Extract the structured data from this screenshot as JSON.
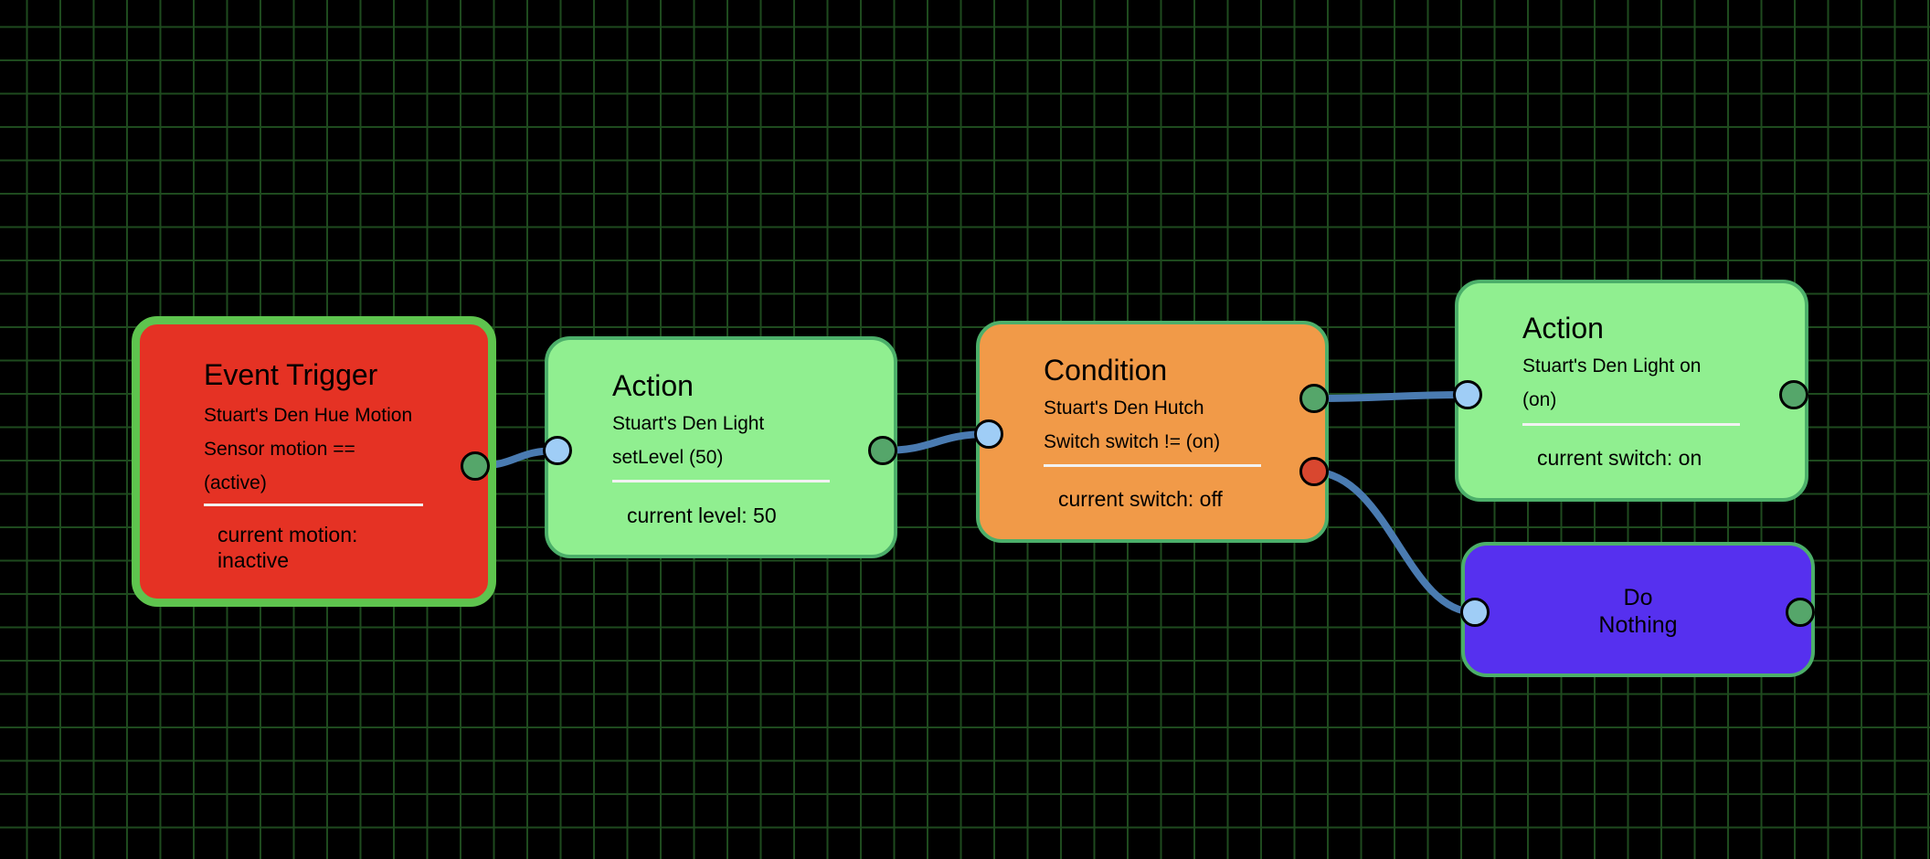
{
  "colors": {
    "trigger": "#e53224",
    "trigger_border": "#5ec44e",
    "action": "#90ef90",
    "condition": "#f19a48",
    "nothing": "#5630ef",
    "node_border": "#4caf6a",
    "wire": "#4a7bb1",
    "grid": "#1e4a1e"
  },
  "nodes": {
    "trigger": {
      "title": "Event Trigger",
      "desc_1": "Stuart's Den Hue Motion",
      "desc_2": "Sensor motion ==",
      "desc_3": "(active)",
      "current_1": "current motion:",
      "current_2": "inactive"
    },
    "action_level": {
      "title": "Action",
      "desc_1": "Stuart's Den Light",
      "desc_2": "setLevel (50)",
      "current": "current level: 50"
    },
    "condition": {
      "title": "Condition",
      "desc_1": "Stuart's Den Hutch",
      "desc_2": "Switch switch != (on)",
      "current": "current switch: off"
    },
    "action_on": {
      "title": "Action",
      "desc_1": "Stuart's Den Light on",
      "desc_2": "(on)",
      "current": "current switch: on"
    },
    "do_nothing": {
      "label_1": "Do",
      "label_2": "Nothing"
    }
  },
  "icons": {
    "output_port": "output-port-icon",
    "input_port": "input-port-icon",
    "false_port": "false-output-port-icon"
  }
}
